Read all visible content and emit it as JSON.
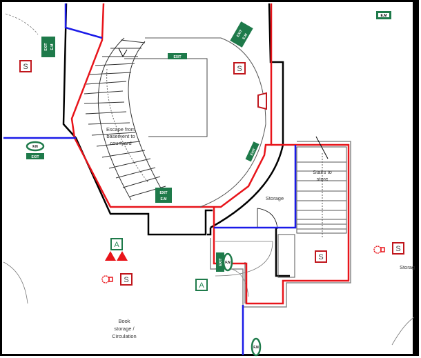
{
  "rooms": {
    "escape_stair": [
      "Escape from",
      "basement to",
      "courtyard"
    ],
    "stairs_store": [
      "Stairs to",
      "store"
    ],
    "storage_center": "Storage",
    "storage_right": "Storag",
    "book_storage": [
      "Book",
      "storage /",
      "Circulation"
    ]
  },
  "symbols": {
    "smoke_label": "S",
    "assembly_label": "A",
    "exit_label": "EXIT",
    "exit_short": "E.M",
    "fire_point_label": "F.N"
  },
  "colors": {
    "fire_wall": "#e8141a",
    "compartment": "#1a1ae8",
    "wall": "#000000",
    "exit_sign": "#1e7a4a",
    "smoke_sign": "#c0161c"
  }
}
